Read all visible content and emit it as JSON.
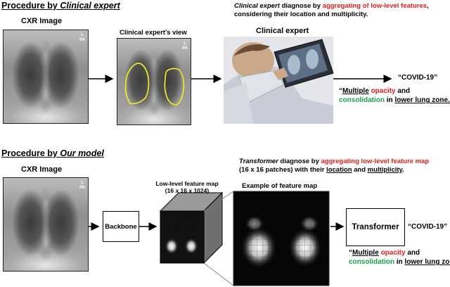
{
  "top": {
    "heading_prefix": "Procedure by ",
    "heading_italic": "Clinical expert",
    "cxr_label": "CXR Image",
    "view_label": "Clinical expert's view",
    "expert_label": "Clinical expert",
    "desc_line1_italic": "Clinical expert",
    "desc_line1_mid": " diagnose by ",
    "desc_line1_red": "aggregating of low-level features",
    "desc_line1_end": ",",
    "desc_line2": "considering their location and multiplicity.",
    "output": "“COVID-19”",
    "quote_p1": "“",
    "quote_multiple": "Multiple",
    "quote_opacity": "opacity",
    "quote_and": " and",
    "quote_consolidation": "consolidation",
    "quote_in": " in ",
    "quote_zone": "lower lung zone.",
    "quote_end": "”"
  },
  "bottom": {
    "heading_prefix": "Procedure by ",
    "heading_italic": "Our model",
    "cxr_label": "CXR Image",
    "backbone": "Backbone",
    "feature_map_label_1": "Low-level feature map",
    "feature_map_label_2": "(16 x 16 x 1024)",
    "example_label": "Example of feature map",
    "transformer": "Transformer",
    "desc_line1_italic": "Transformer",
    "desc_line1_mid": " diagnose by ",
    "desc_line1_red": "aggregating low-level feature map",
    "desc_line2_start": "(16 x 16 patches) with their ",
    "desc_location": "location",
    "desc_and": " and ",
    "desc_multiplicity": "multiplicity",
    "desc_end": ".",
    "output": "“COVID-19”",
    "quote_p1": "“",
    "quote_multiple": "Multiple",
    "quote_opacity": "opacity",
    "quote_and": " and",
    "quote_consolidation": "consolidation",
    "quote_in": " in ",
    "quote_zone": "lower lung zone.",
    "quote_end": "”"
  },
  "xray_marker": "L\nPA"
}
